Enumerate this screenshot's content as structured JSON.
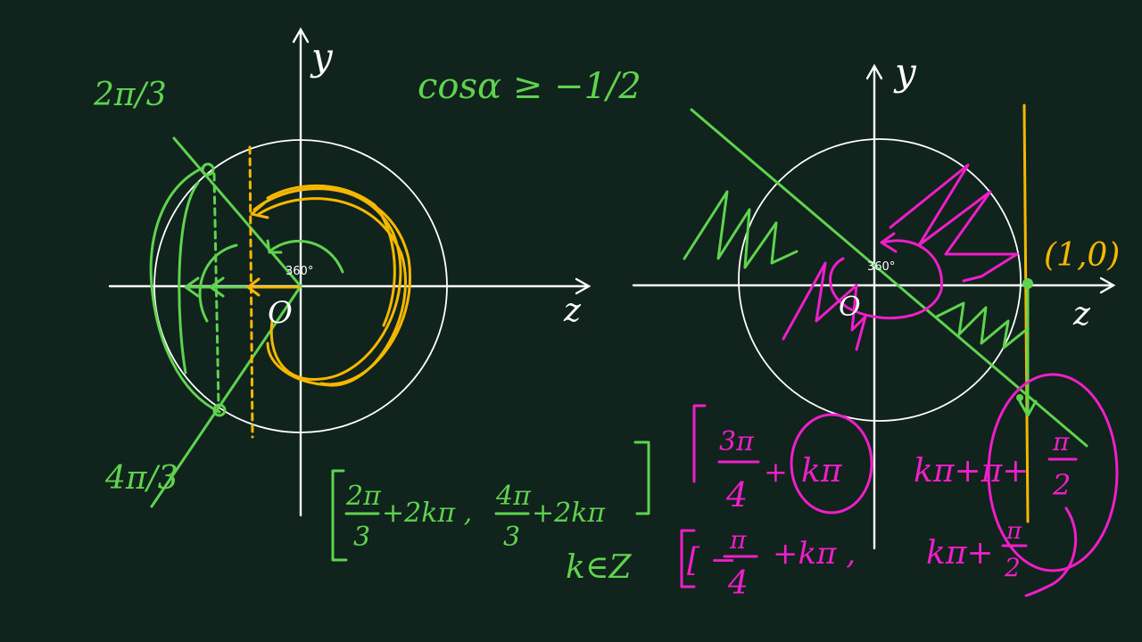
{
  "left": {
    "axis_y": "y",
    "axis_x": "z",
    "origin": "O",
    "degree": "360°",
    "condition": "cosα ≥ −1/2",
    "angle_top": "2π/3",
    "angle_bottom": "4π/3",
    "answer_lo_num": "2π",
    "answer_lo_den": "3",
    "answer_lo_rest": "+2kπ ,",
    "answer_hi_num": "4π",
    "answer_hi_den": "3",
    "answer_hi_rest": "+2kπ",
    "k_in_z": "k∈Z"
  },
  "right": {
    "axis_y": "y",
    "axis_x": "z",
    "origin": "O",
    "degree": "360°",
    "point": "(1,0)",
    "row1_num": "3π",
    "row1_den": "4",
    "row1_plus": "+",
    "row1_kpi": "kπ",
    "row1_right": "kπ+π+",
    "row1_frac_num": "π",
    "row1_frac_den": "2",
    "row2_left": "[ −",
    "row2_num": "π",
    "row2_den": "4",
    "row2_plus": "+kπ ,",
    "row2_right": "kπ+",
    "row2_frac_num": "π",
    "row2_frac_den": "2"
  },
  "colors": {
    "background": "#10231d",
    "chalk_white": "#ffffff",
    "green": "#5fd34e",
    "yellow": "#f5b800",
    "magenta": "#f01ec8"
  }
}
